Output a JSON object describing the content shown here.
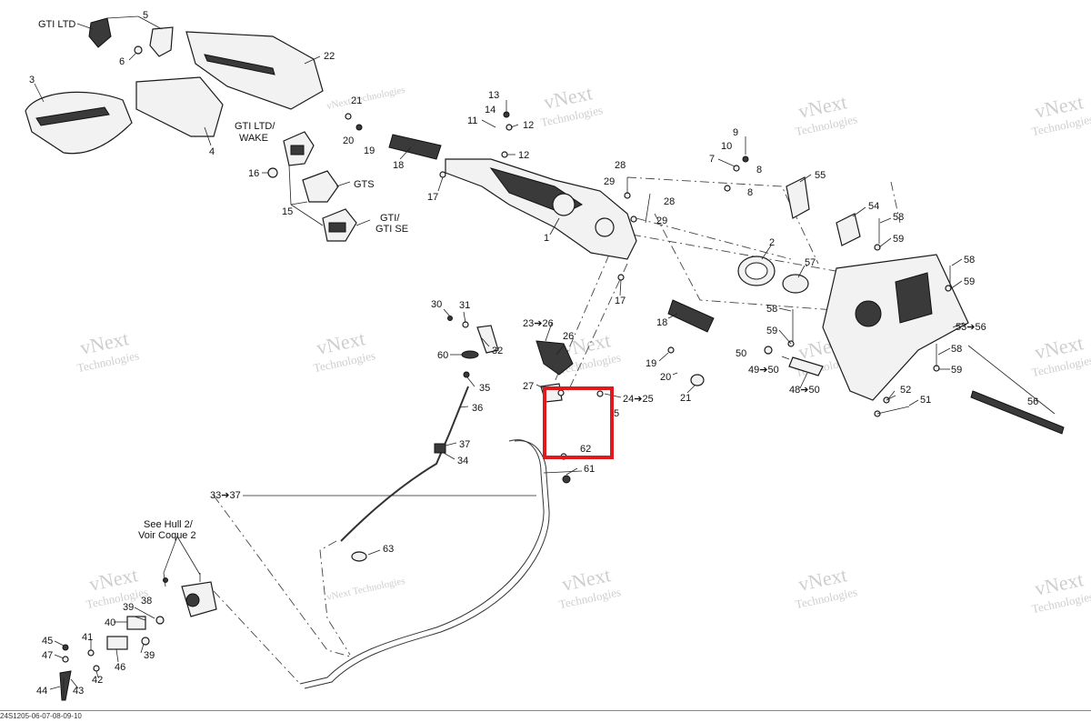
{
  "labels": [
    {
      "id": "gti-ltd",
      "text": "GTI LTD"
    },
    {
      "id": "n5a",
      "text": "5"
    },
    {
      "id": "n6",
      "text": "6"
    },
    {
      "id": "n22",
      "text": "22"
    },
    {
      "id": "n3",
      "text": "3"
    },
    {
      "id": "n4",
      "text": "4"
    },
    {
      "id": "n21a",
      "text": "21"
    },
    {
      "id": "n20a",
      "text": "20"
    },
    {
      "id": "n19a",
      "text": "19"
    },
    {
      "id": "gti-ltd-wake",
      "text": "GTI LTD/\nWAKE"
    },
    {
      "id": "n16",
      "text": "16"
    },
    {
      "id": "gts",
      "text": "GTS"
    },
    {
      "id": "n15",
      "text": "15"
    },
    {
      "id": "gti-gti-se",
      "text": "GTI/\nGTI SE"
    },
    {
      "id": "n18a",
      "text": "18"
    },
    {
      "id": "n17a",
      "text": "17"
    },
    {
      "id": "n13",
      "text": "13"
    },
    {
      "id": "n14",
      "text": "14"
    },
    {
      "id": "n11",
      "text": "11"
    },
    {
      "id": "n12a",
      "text": "12"
    },
    {
      "id": "n12b",
      "text": "12"
    },
    {
      "id": "n1",
      "text": "1"
    },
    {
      "id": "n28a",
      "text": "28"
    },
    {
      "id": "n29a",
      "text": "29"
    },
    {
      "id": "n28b",
      "text": "28"
    },
    {
      "id": "n29b",
      "text": "29"
    },
    {
      "id": "n9",
      "text": "9"
    },
    {
      "id": "n10",
      "text": "10"
    },
    {
      "id": "n7",
      "text": "7"
    },
    {
      "id": "n8a",
      "text": "8"
    },
    {
      "id": "n8b",
      "text": "8"
    },
    {
      "id": "n55",
      "text": "55"
    },
    {
      "id": "n54",
      "text": "54"
    },
    {
      "id": "n58a",
      "text": "58"
    },
    {
      "id": "n59a",
      "text": "59"
    },
    {
      "id": "n2",
      "text": "2"
    },
    {
      "id": "n57",
      "text": "57"
    },
    {
      "id": "n58b",
      "text": "58"
    },
    {
      "id": "n59b",
      "text": "59"
    },
    {
      "id": "n58c",
      "text": "58"
    },
    {
      "id": "n59c",
      "text": "59"
    },
    {
      "id": "n53-56",
      "text": "53➔56"
    },
    {
      "id": "n58d",
      "text": "58"
    },
    {
      "id": "n59d",
      "text": "59"
    },
    {
      "id": "n50",
      "text": "50"
    },
    {
      "id": "n49-50",
      "text": "49➔50"
    },
    {
      "id": "n48-50",
      "text": "48➔50"
    },
    {
      "id": "n52",
      "text": "52"
    },
    {
      "id": "n51",
      "text": "51"
    },
    {
      "id": "n56",
      "text": "56"
    },
    {
      "id": "n17b",
      "text": "17"
    },
    {
      "id": "n18b",
      "text": "18"
    },
    {
      "id": "n19b",
      "text": "19"
    },
    {
      "id": "n20b",
      "text": "20"
    },
    {
      "id": "n21b",
      "text": "21"
    },
    {
      "id": "n30",
      "text": "30"
    },
    {
      "id": "n31",
      "text": "31"
    },
    {
      "id": "n32",
      "text": "32"
    },
    {
      "id": "n60",
      "text": "60"
    },
    {
      "id": "n35",
      "text": "35"
    },
    {
      "id": "n36",
      "text": "36"
    },
    {
      "id": "n37",
      "text": "37"
    },
    {
      "id": "n34",
      "text": "34"
    },
    {
      "id": "n23-26",
      "text": "23➔26"
    },
    {
      "id": "n26",
      "text": "26"
    },
    {
      "id": "n27",
      "text": "27"
    },
    {
      "id": "n24-25",
      "text": "24➔25"
    },
    {
      "id": "n5b",
      "text": "5"
    },
    {
      "id": "n62",
      "text": "62"
    },
    {
      "id": "n61",
      "text": "61"
    },
    {
      "id": "n33-37",
      "text": "33➔37"
    },
    {
      "id": "n63",
      "text": "63"
    },
    {
      "id": "see-hull",
      "text": "See Hull 2/\nVoir Coque 2"
    },
    {
      "id": "n39a",
      "text": "39"
    },
    {
      "id": "n38",
      "text": "38"
    },
    {
      "id": "n40",
      "text": "40"
    },
    {
      "id": "n39b",
      "text": "39"
    },
    {
      "id": "n41",
      "text": "41"
    },
    {
      "id": "n45",
      "text": "45"
    },
    {
      "id": "n47",
      "text": "47"
    },
    {
      "id": "n46",
      "text": "46"
    },
    {
      "id": "n42",
      "text": "42"
    },
    {
      "id": "n44",
      "text": "44"
    },
    {
      "id": "n43",
      "text": "43"
    }
  ],
  "watermark": {
    "line1": "vNext",
    "line2": "Technologies",
    "small": "vNext Technologies"
  },
  "footer": {
    "code": "24S1205-06-07-08-09-10"
  },
  "highlight": {
    "color": "#e0191e"
  }
}
